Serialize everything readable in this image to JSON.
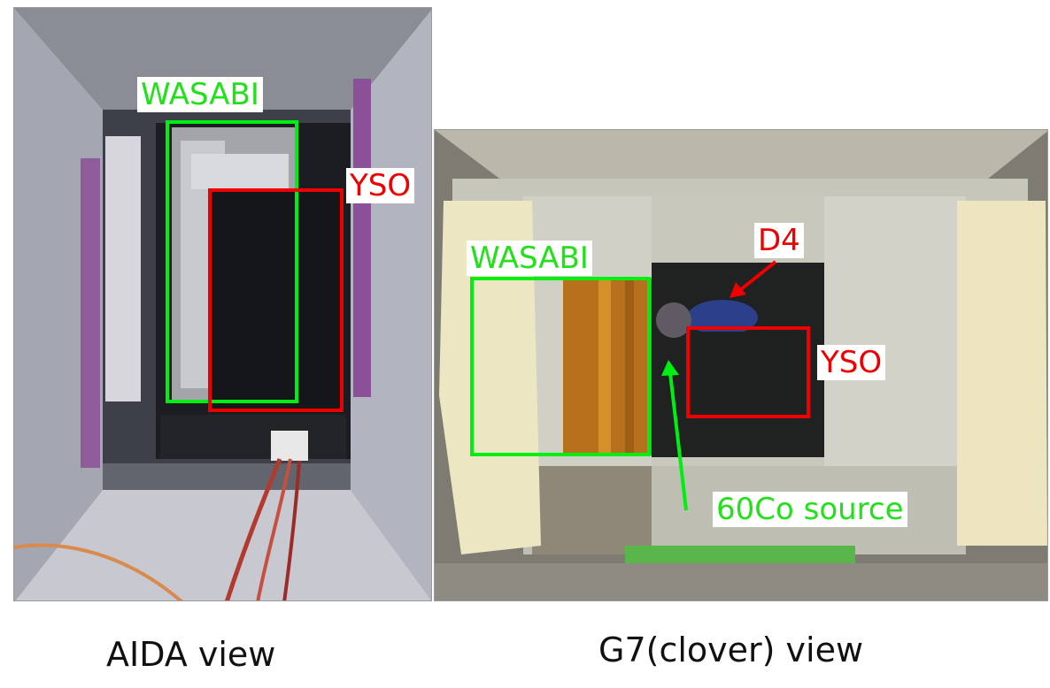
{
  "left_panel": {
    "labels": {
      "wasabi": "WASABI",
      "yso": "YSO"
    },
    "caption": "AIDA view"
  },
  "right_panel": {
    "labels": {
      "wasabi": "WASABI",
      "d4": "D4",
      "yso": "YSO",
      "source": "60Co source"
    },
    "caption": "G7(clover) view"
  },
  "colors": {
    "green": "#00ef12",
    "red": "#ee0000"
  }
}
